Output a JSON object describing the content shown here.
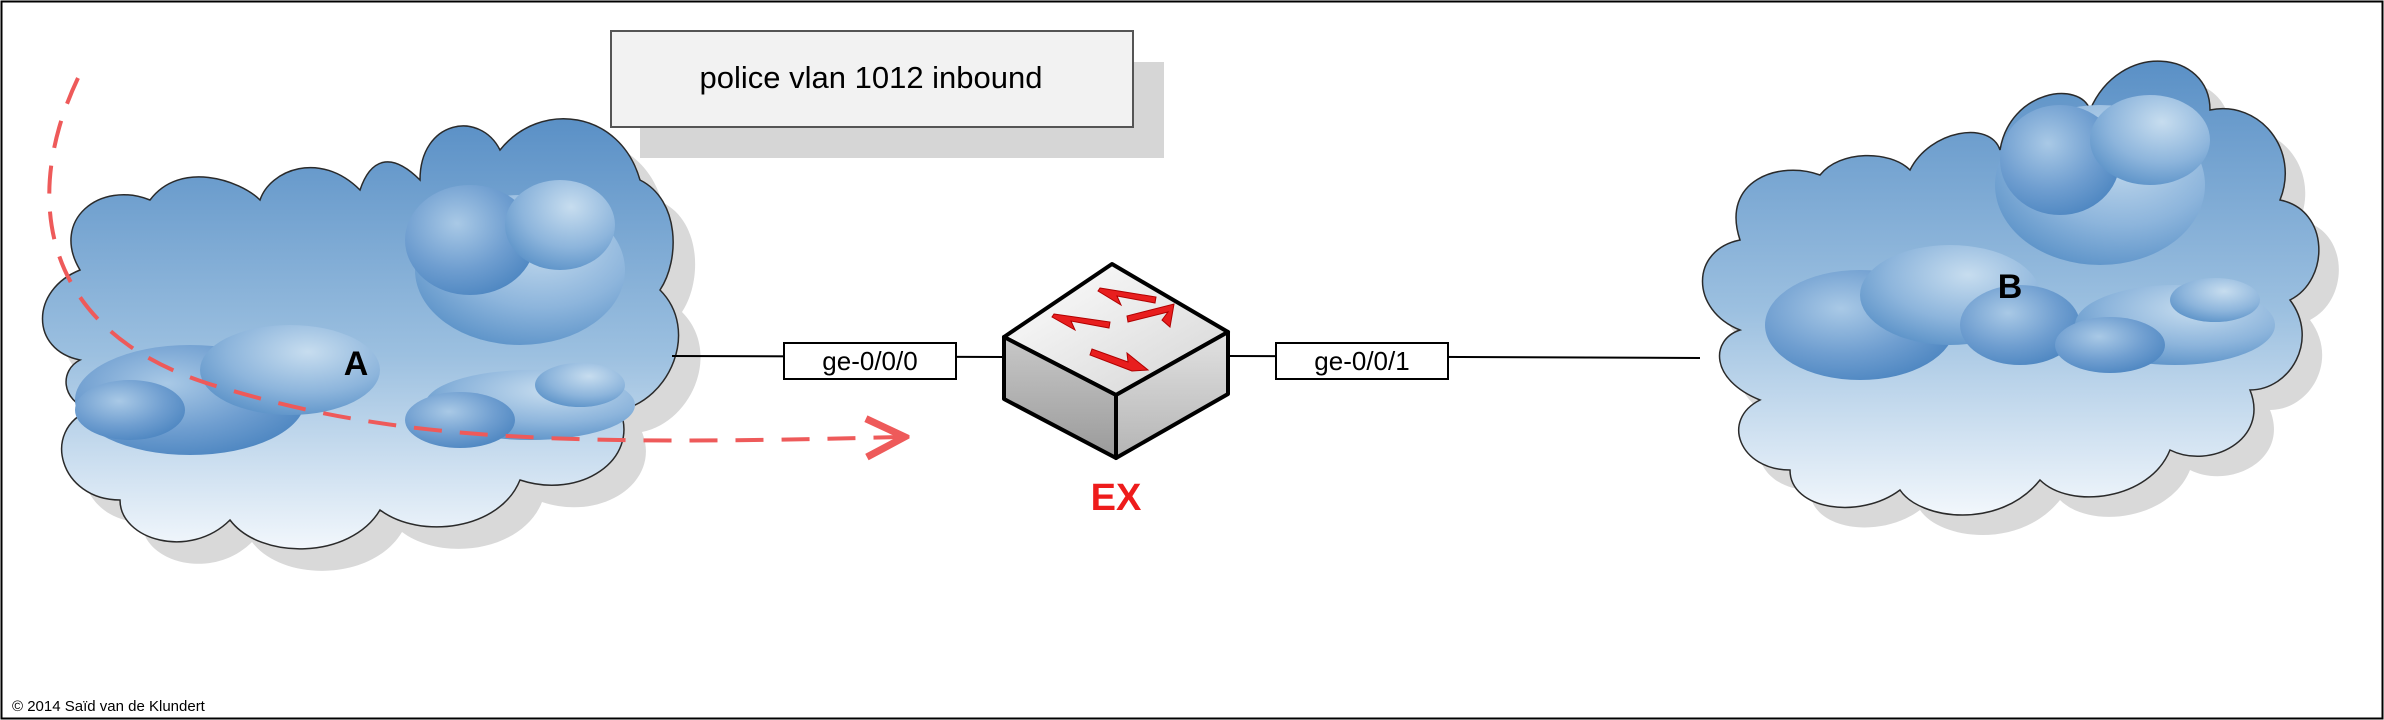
{
  "policy_box": {
    "text": "police vlan 1012 inbound"
  },
  "clouds": {
    "a_label": "A",
    "b_label": "B"
  },
  "switch": {
    "label": "EX"
  },
  "interfaces": {
    "left": "ge-0/0/0",
    "right": "ge-0/0/1"
  },
  "footer": {
    "copyright": "© 2014 Saïd van de Klundert"
  },
  "colors": {
    "traffic_path": "#ee5a5a",
    "switch_label": "#ee1c1c",
    "switch_arrows": "#e81e1e",
    "cloud_light": "#e8f1f9",
    "cloud_dark": "#4a86c0"
  }
}
